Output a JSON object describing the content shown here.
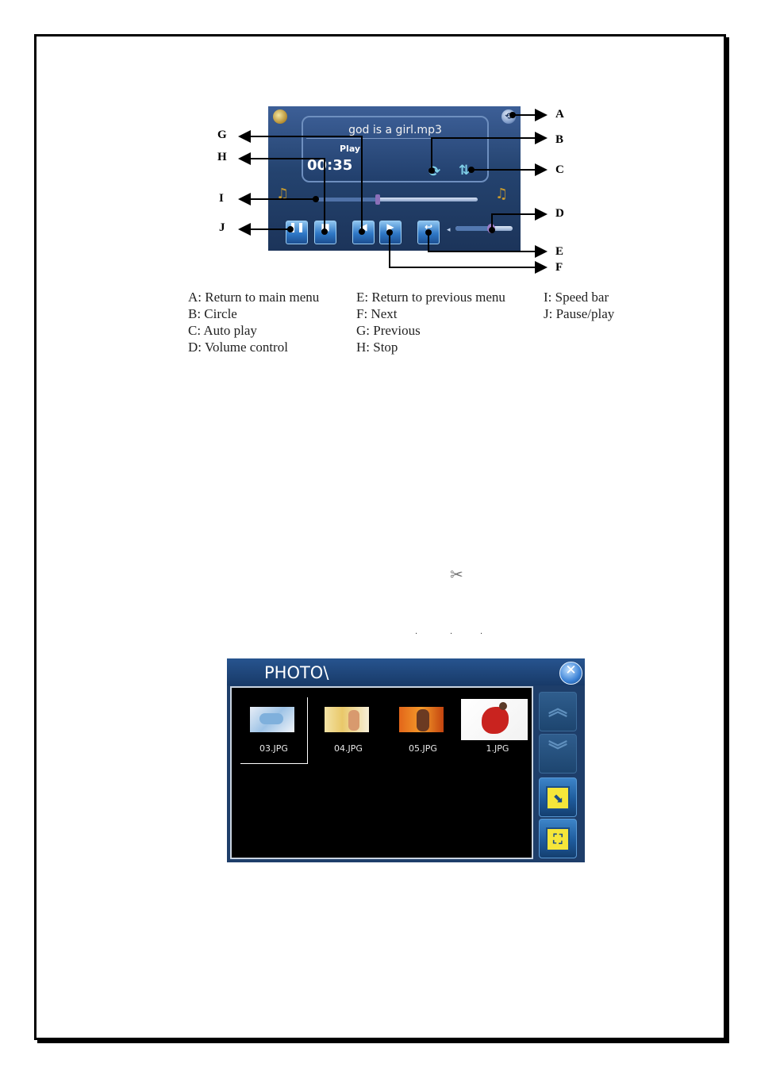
{
  "player": {
    "song_title": "god is a girl.mp3",
    "status": "Play",
    "time": "00:35",
    "speed_progress": 0.39,
    "volume_level": 0.62,
    "icons": [
      "disc-logo-icon",
      "home-icon",
      "circle-icon",
      "auto-play-icon",
      "music-note-icon",
      "pause-play-button",
      "stop-button",
      "previous-button",
      "next-button",
      "return-button",
      "volume-slider"
    ]
  },
  "callouts": {
    "a": "A",
    "b": "B",
    "c": "C",
    "d": "D",
    "e": "E",
    "f": "F",
    "g": "G",
    "h": "H",
    "i": "I",
    "j": "J"
  },
  "legend": {
    "col1": [
      "A: Return to main menu",
      "B: Circle",
      "C: Auto play",
      "D: Volume control"
    ],
    "col2": [
      "E: Return to previous menu",
      "F: Next",
      "G: Previous",
      "H: Stop"
    ],
    "col3": [
      "I: Speed bar",
      "J: Pause/play"
    ]
  },
  "photo_browser": {
    "title": "PHOTO\\",
    "files": [
      "03.JPG",
      "04.JPG",
      "05.JPG",
      "1.JPG"
    ],
    "selected_index": 0,
    "side_buttons": [
      "scroll-up-button",
      "scroll-down-button",
      "open-button",
      "fullscreen-button"
    ]
  },
  "colors": {
    "panel_blue": "#24436f",
    "button_blue": "#2f78c6",
    "highlight_yellow": "#f5e63a"
  }
}
